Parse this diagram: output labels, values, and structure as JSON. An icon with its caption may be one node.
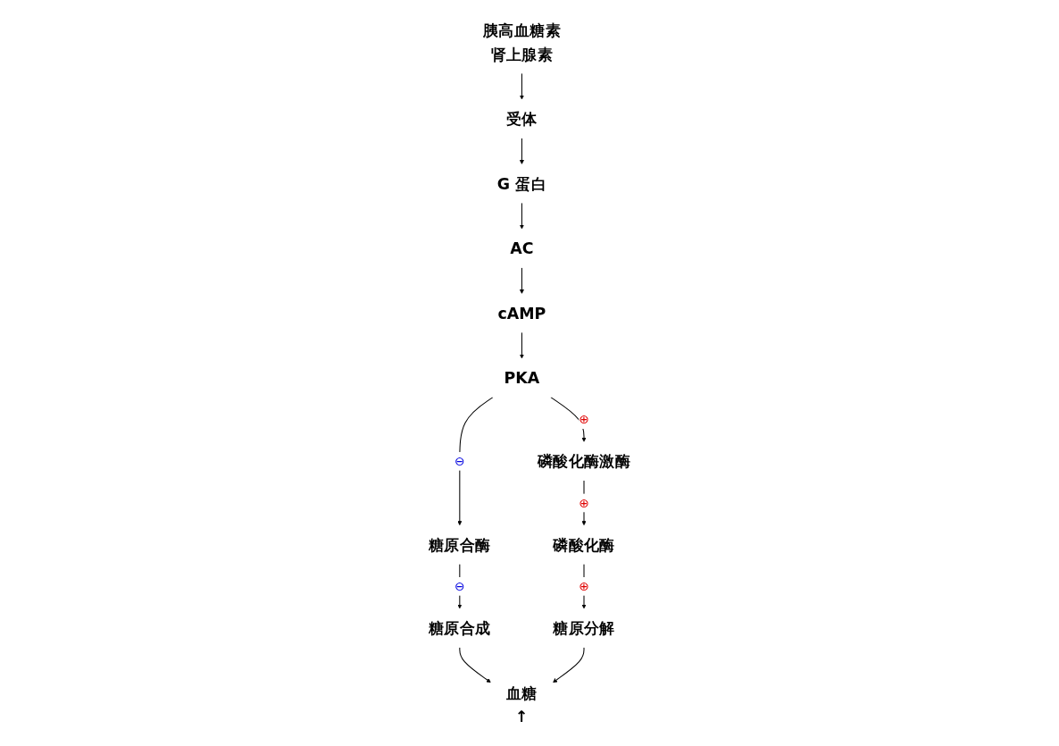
{
  "diagram": {
    "nodes": [
      {
        "text": [
          "胰高血糖素",
          "肾上腺素"
        ]
      },
      {
        "text": [
          "受体"
        ]
      },
      {
        "text": [
          "G 蛋白"
        ]
      },
      {
        "text": [
          "AC"
        ]
      },
      {
        "text": [
          "cAMP"
        ]
      },
      {
        "text": [
          "PKA"
        ]
      },
      {
        "text": [
          "磷酸化酶激酶"
        ]
      },
      {
        "text": [
          "糖原合酶"
        ]
      },
      {
        "text": [
          "磷酸化酶"
        ]
      },
      {
        "text": [
          "糖原合成"
        ]
      },
      {
        "text": [
          "糖原分解"
        ]
      },
      {
        "text": [
          "血糖",
          "↑"
        ]
      }
    ],
    "edges": [
      {
        "from": 0,
        "to": 1,
        "arrow": "to"
      },
      {
        "from": 1,
        "to": 2,
        "arrow": "to"
      },
      {
        "from": 2,
        "to": 3,
        "arrow": "to"
      },
      {
        "from": 3,
        "to": 4,
        "arrow": "to"
      },
      {
        "from": 4,
        "to": 5,
        "arrow": "to"
      },
      {
        "from": 5,
        "to": 6,
        "label": "⊕",
        "arrow": "to"
      },
      {
        "from": 5,
        "to": 7,
        "label": "⊖",
        "arrow": "to"
      },
      {
        "from": 6,
        "to": 8,
        "label": "⊕",
        "arrow": "to"
      },
      {
        "from": 7,
        "to": 9,
        "label": "⊖",
        "arrow": "to"
      },
      {
        "from": 8,
        "to": 10,
        "label": "⊕",
        "arrow": "to"
      },
      {
        "from": 9,
        "to": 11,
        "arrow": "to"
      },
      {
        "from": 10,
        "to": 11,
        "arrow": "to"
      }
    ]
  }
}
